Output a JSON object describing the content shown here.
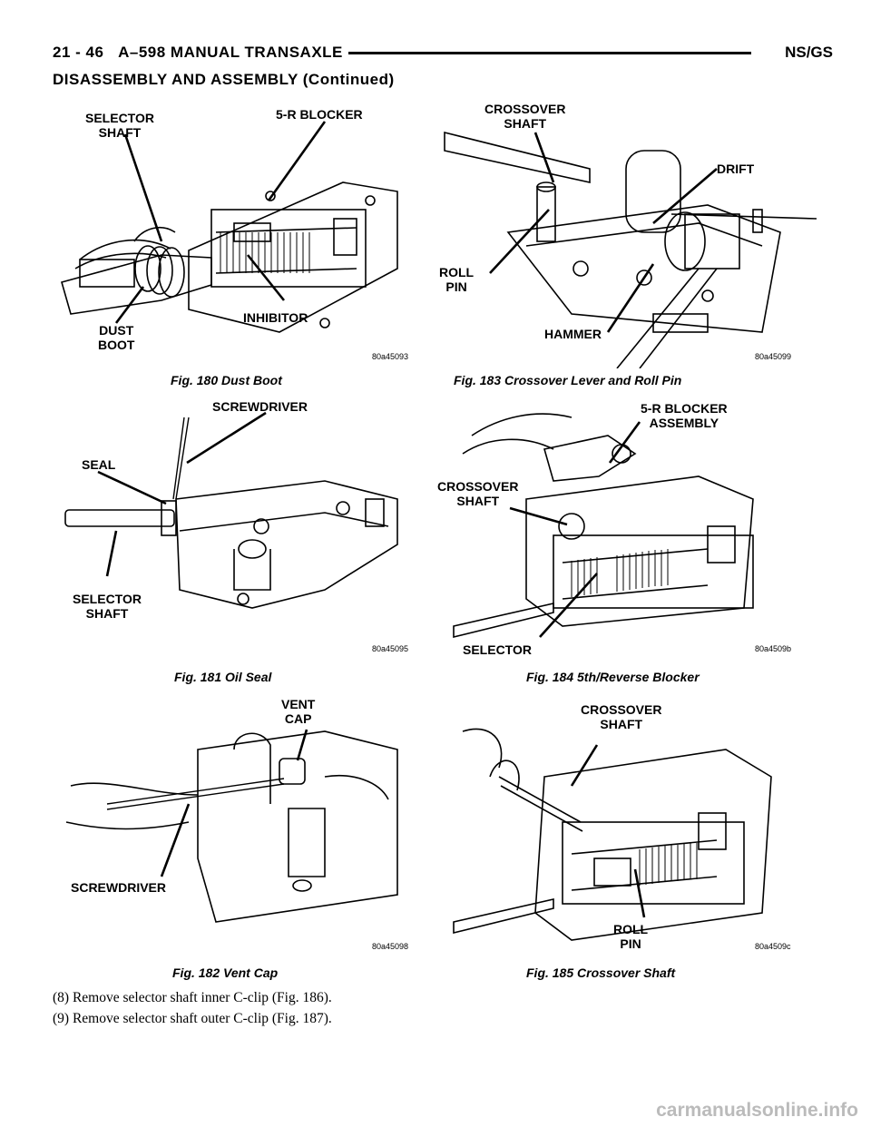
{
  "header": {
    "page_number": "21 - 46",
    "manual_title": "A–598 MANUAL TRANSAXLE",
    "model_code": "NS/GS"
  },
  "section_title": "DISASSEMBLY AND ASSEMBLY (Continued)",
  "figures": [
    {
      "caption": "Fig. 180 Dust Boot",
      "code": "80a45093",
      "labels": {
        "a": "SELECTOR\nSHAFT",
        "b": "5-R BLOCKER",
        "c": "DUST\nBOOT",
        "d": "INHIBITOR"
      }
    },
    {
      "caption": "Fig. 181 Oil Seal",
      "code": "80a45095",
      "labels": {
        "a": "SCREWDRIVER",
        "b": "SEAL",
        "c": "SELECTOR\nSHAFT"
      }
    },
    {
      "caption": "Fig. 182 Vent Cap",
      "code": "80a45098",
      "labels": {
        "a": "VENT\nCAP",
        "b": "SCREWDRIVER"
      }
    },
    {
      "caption": "Fig. 183 Crossover Lever and Roll Pin",
      "code": "80a45099",
      "labels": {
        "a": "CROSSOVER\nSHAFT",
        "b": "DRIFT",
        "c": "ROLL\nPIN",
        "d": "HAMMER"
      }
    },
    {
      "caption": "Fig. 184 5th/Reverse Blocker",
      "code": "80a4509b",
      "labels": {
        "a": "5-R BLOCKER\nASSEMBLY",
        "b": "CROSSOVER\nSHAFT",
        "c": "SELECTOR"
      }
    },
    {
      "caption": "Fig. 185 Crossover Shaft",
      "code": "80a4509c",
      "labels": {
        "a": "CROSSOVER\nSHAFT",
        "b": "ROLL\nPIN"
      }
    }
  ],
  "steps": [
    "(8) Remove selector shaft inner C-clip (Fig. 186).",
    "(9) Remove selector shaft outer C-clip (Fig. 187)."
  ],
  "watermark": "carmanualsonline.info"
}
